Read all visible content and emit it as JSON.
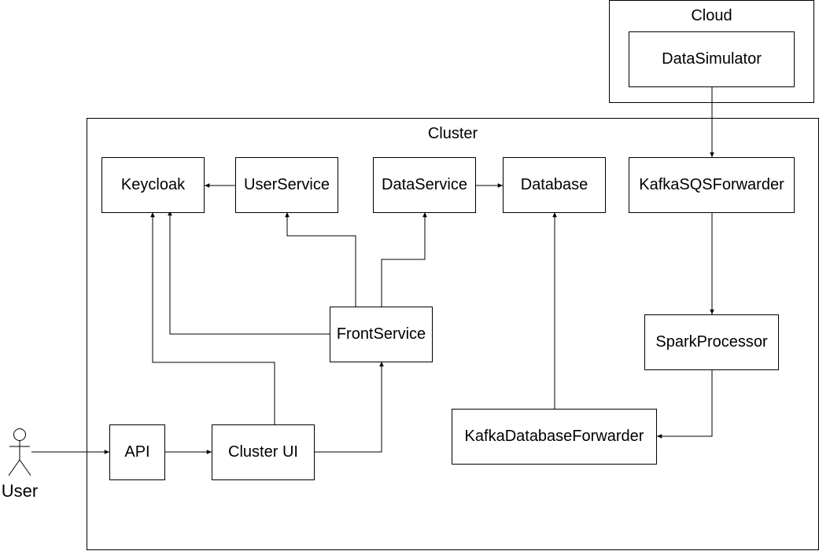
{
  "containers": {
    "cloud": {
      "label": "Cloud"
    },
    "cluster": {
      "label": "Cluster"
    }
  },
  "nodes": {
    "data_simulator": "DataSimulator",
    "keycloak": "Keycloak",
    "user_service": "UserService",
    "data_service": "DataService",
    "database": "Database",
    "kafka_sqs_forwarder": "KafkaSQSForwarder",
    "front_service": "FrontService",
    "spark_processor": "SparkProcessor",
    "api": "API",
    "cluster_ui": "Cluster UI",
    "kafka_database_forwarder": "KafkaDatabaseForwarder"
  },
  "actor": {
    "label": "User"
  },
  "edges": [
    {
      "from": "data_simulator",
      "to": "kafka_sqs_forwarder"
    },
    {
      "from": "user_service",
      "to": "keycloak"
    },
    {
      "from": "data_service",
      "to": "database"
    },
    {
      "from": "kafka_sqs_forwarder",
      "to": "spark_processor"
    },
    {
      "from": "front_service",
      "to": "user_service"
    },
    {
      "from": "front_service",
      "to": "data_service"
    },
    {
      "from": "front_service",
      "to": "keycloak"
    },
    {
      "from": "cluster_ui",
      "to": "keycloak"
    },
    {
      "from": "user",
      "to": "api"
    },
    {
      "from": "api",
      "to": "cluster_ui"
    },
    {
      "from": "cluster_ui",
      "to": "front_service"
    },
    {
      "from": "spark_processor",
      "to": "kafka_database_forwarder"
    },
    {
      "from": "kafka_database_forwarder",
      "to": "database"
    }
  ],
  "colors": {
    "stroke": "#000000",
    "fill": "#ffffff"
  }
}
